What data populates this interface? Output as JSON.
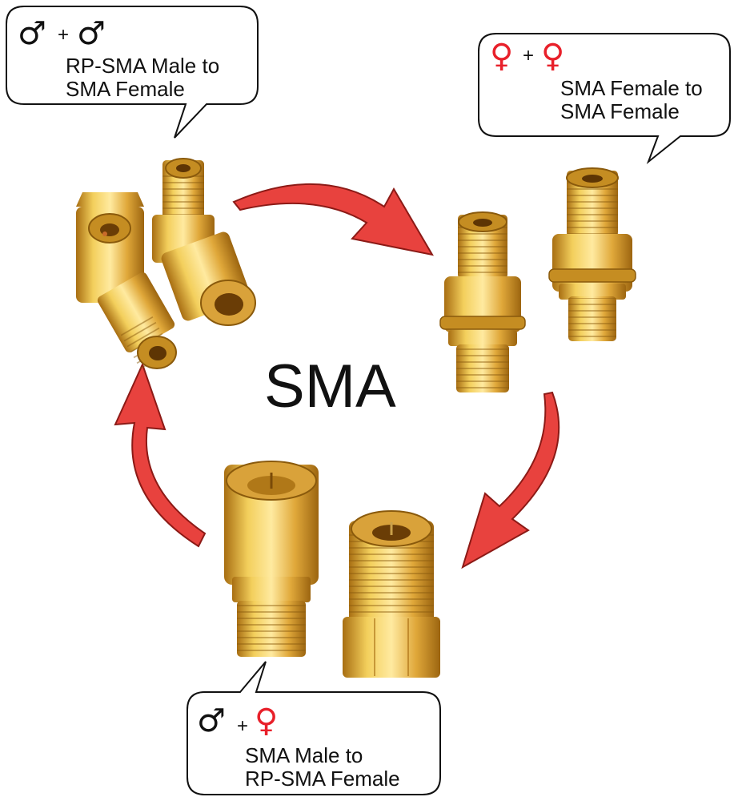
{
  "title": "SMA",
  "colors": {
    "male": "#111111",
    "female": "#e8202a",
    "arrow": "#e8423e",
    "gold": "#e7b43a",
    "gold_dark": "#b97f16"
  },
  "callouts": {
    "top_left": {
      "symbol_a": "♂",
      "plus": "+",
      "symbol_b": "♂",
      "line1": "RP-SMA Male to",
      "line2": "SMA Female"
    },
    "top_right": {
      "symbol_a": "♀",
      "plus": "+",
      "symbol_b": "♀",
      "line1": "SMA Female to",
      "line2": "SMA Female"
    },
    "bottom": {
      "symbol_a": "♂",
      "plus": "+",
      "symbol_b": "♀",
      "line1": "SMA Male to",
      "line2": "RP-SMA Female"
    }
  }
}
